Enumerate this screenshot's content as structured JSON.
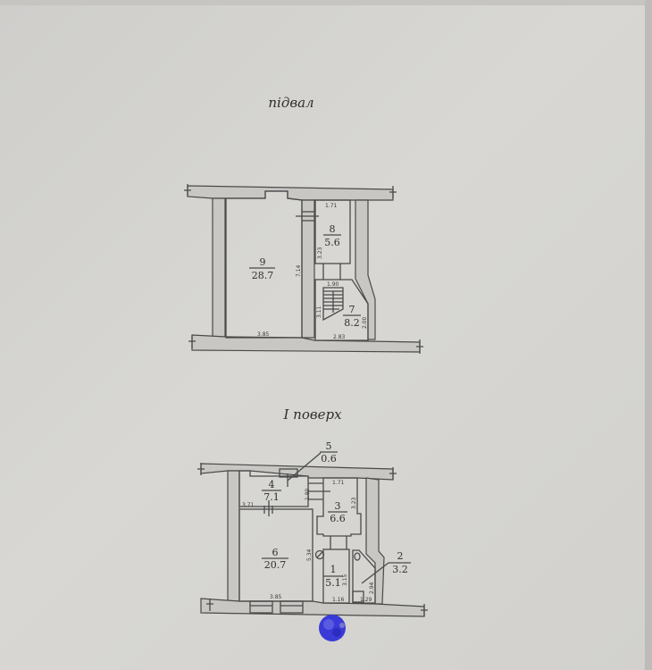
{
  "basement": {
    "title": "підвал",
    "rooms": [
      {
        "number": "9",
        "area": "28.7"
      },
      {
        "number": "8",
        "area": "5.6"
      },
      {
        "number": "7",
        "area": "8.2"
      }
    ],
    "dims": [
      "1.71",
      "3.23",
      "7.14",
      "1.90",
      "3.11",
      "2.00",
      "3.85",
      "2.83"
    ]
  },
  "floor1": {
    "title": "I поверх",
    "rooms": [
      {
        "number": "5",
        "area": "0.6"
      },
      {
        "number": "4",
        "area": "7.1"
      },
      {
        "number": "3",
        "area": "6.6"
      },
      {
        "number": "6",
        "area": "20.7"
      },
      {
        "number": "1",
        "area": "5.1"
      },
      {
        "number": "2",
        "area": "3.2"
      }
    ],
    "dims": [
      "1.80",
      "1.71",
      "3.23",
      "3.71",
      "5.34",
      "3.85",
      "3.15",
      "1.16",
      "2.94",
      "1.29"
    ]
  },
  "colors": {
    "paper": "#d3d2ce",
    "ink": "#4a4a4a",
    "blot": "#3a3ad8"
  }
}
